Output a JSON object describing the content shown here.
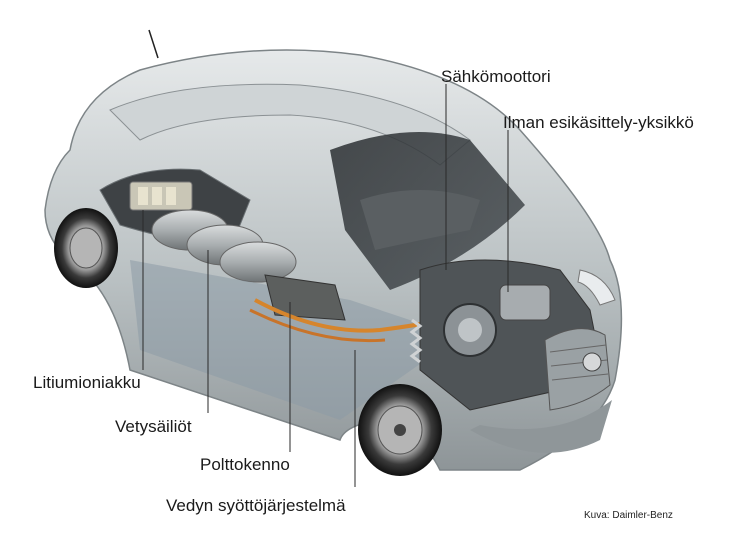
{
  "labels": {
    "motor": "Sähkömoottori",
    "air_unit": "Ilman esikäsittely-yksikkö",
    "battery": "Litiumioniakku",
    "tanks": "Vetysäiliöt",
    "fuel_cell": "Polttokenno",
    "feed_system": "Vedyn syöttöjärjestelmä"
  },
  "credit": "Kuva: Daimler-Benz"
}
